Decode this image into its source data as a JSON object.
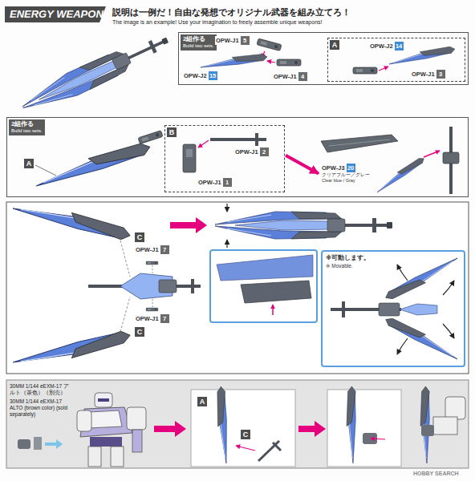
{
  "diagram": {
    "title": "ENERGY WEAPON",
    "nodes": [
      {
        "text": [
          "2組作る",
          "Build two sets."
        ]
      },
      {
        "text": [
          "OPW-J1",
          "5"
        ],
        "in": 0
      },
      {
        "text": [
          "OPW-J2",
          "15"
        ],
        "in": 0
      },
      {
        "text": [
          "OPW-J1",
          "4"
        ],
        "in": 0
      },
      {
        "text": [
          "A"
        ],
        "in": 0
      },
      {
        "text": [
          "OPW-J2",
          "14"
        ],
        "in": 4
      },
      {
        "text": [
          "OPW-J1",
          "3"
        ],
        "in": 4
      },
      {
        "text": [
          "2組作る",
          "Build two sets."
        ]
      },
      {
        "text": [
          "A"
        ],
        "in": 7
      },
      {
        "text": [
          "B"
        ],
        "in": 7
      },
      {
        "text": [
          "OPW-J1",
          "2"
        ],
        "in": 9
      },
      {
        "text": [
          "OPW-J1",
          "1"
        ],
        "in": 9
      },
      {
        "text": [
          "OPW-J3",
          "20",
          "クリアブルー／グレー",
          "Clear blue / Gray"
        ],
        "in": 7
      },
      {
        "text": [
          "C"
        ]
      },
      {
        "text": [
          "OPW-J1",
          "7"
        ]
      },
      {
        "text": [
          "OPW-J1",
          "7"
        ]
      },
      {
        "text": [
          "C"
        ]
      },
      {
        "text": [
          "※可動します。",
          "※ Movable."
        ]
      },
      {
        "text": [
          "A"
        ]
      },
      {
        "text": [
          "C"
        ]
      }
    ],
    "edges": [
      {
        "from": 9,
        "to": 12,
        "arrow": "to"
      }
    ],
    "labels": [
      "説明は一例だ！自由な発想でオリジナル武器を組み立てろ！",
      "The image is an example! Use your imagination to freely assemble unique weapons!",
      "30MM 1/144 eEXM-17 アルト（茶色）（別売）",
      "30MM 1/144 eEXM-17 ALTO (brown color) (sold separately)",
      "HOBBY SEARCH"
    ]
  }
}
